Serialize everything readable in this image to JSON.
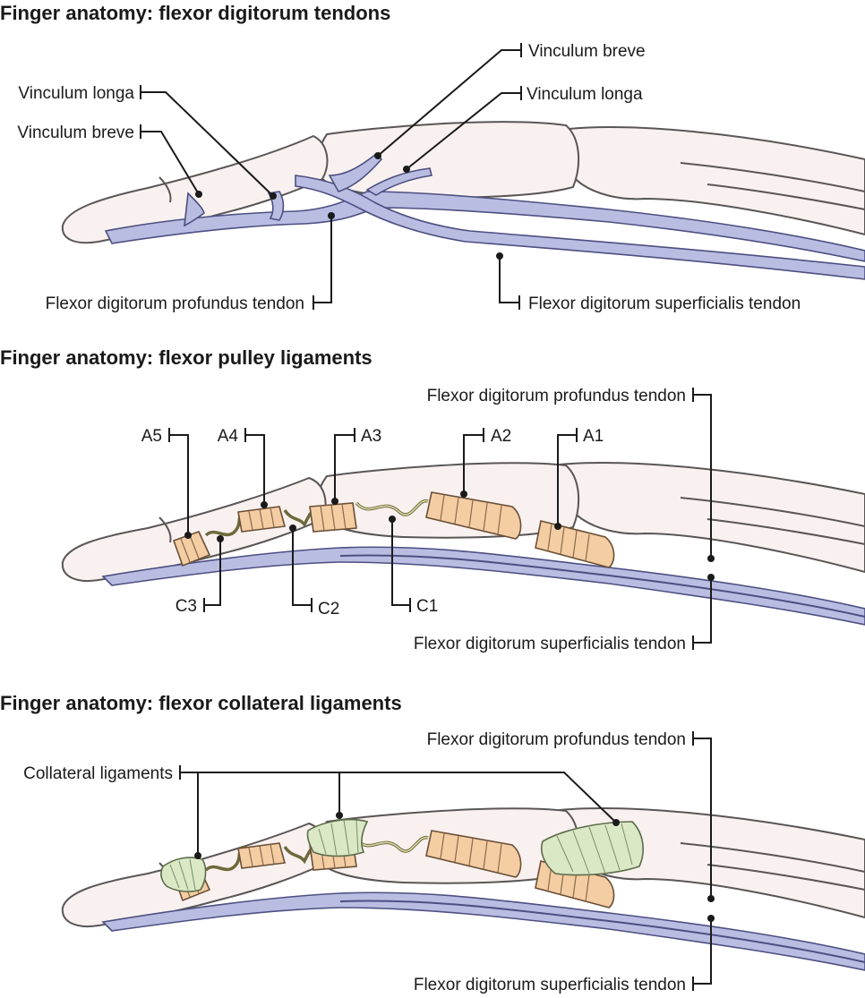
{
  "panels": [
    {
      "title": "Finger anatomy: flexor digitorum tendons",
      "labels": {
        "vinculum_longa_left": "Vinculum longa",
        "vinculum_breve_left": "Vinculum breve",
        "vinculum_breve_right": "Vinculum breve",
        "vinculum_longa_right": "Vinculum longa",
        "fdp": "Flexor digitorum profundus tendon",
        "fds": "Flexor digitorum superficialis tendon"
      }
    },
    {
      "title": "Finger anatomy: flexor pulley ligaments",
      "labels": {
        "fdp": "Flexor digitorum profundus tendon",
        "a5": "A5",
        "a4": "A4",
        "a3": "A3",
        "a2": "A2",
        "a1": "A1",
        "c3": "C3",
        "c2": "C2",
        "c1": "C1",
        "fds": "Flexor digitorum superficialis tendon"
      }
    },
    {
      "title": "Finger anatomy: flexor collateral ligaments",
      "labels": {
        "fdp": "Flexor digitorum profundus tendon",
        "collateral": "Collateral ligaments",
        "fds": "Flexor digitorum superficialis tendon"
      }
    }
  ],
  "colors": {
    "bone": "#f8f1ef",
    "tendon": "#b9bde2",
    "pulley": "#f4cda3",
    "cruciate": "#6c6a3c",
    "collateral_ligament": "#dbe8c6",
    "leader_line": "#1a1a1a"
  }
}
